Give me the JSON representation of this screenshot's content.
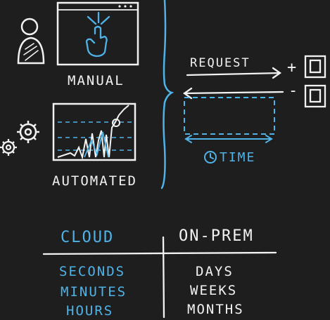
{
  "left_panel": {
    "manual_label": "MANUAL",
    "automated_label": "AUTOMATED"
  },
  "flow": {
    "request_label": "REQUEST",
    "time_label": "TIME",
    "plus_sign": "+",
    "minus_sign": "-"
  },
  "comparison": {
    "headers": [
      "CLOUD",
      "ON-PREM"
    ],
    "cloud_values": [
      "SECONDS",
      "MINUTES",
      "HOURS"
    ],
    "onprem_values": [
      "DAYS",
      "WEEKS",
      "MONTHS"
    ]
  },
  "colors": {
    "background": "#1e1e1e",
    "chalk_white": "#f2f2f2",
    "accent_blue": "#4fb3e8"
  },
  "icons": [
    "user-icon",
    "pointer-hand-icon",
    "gear-icon",
    "clock-icon",
    "server-icon"
  ]
}
